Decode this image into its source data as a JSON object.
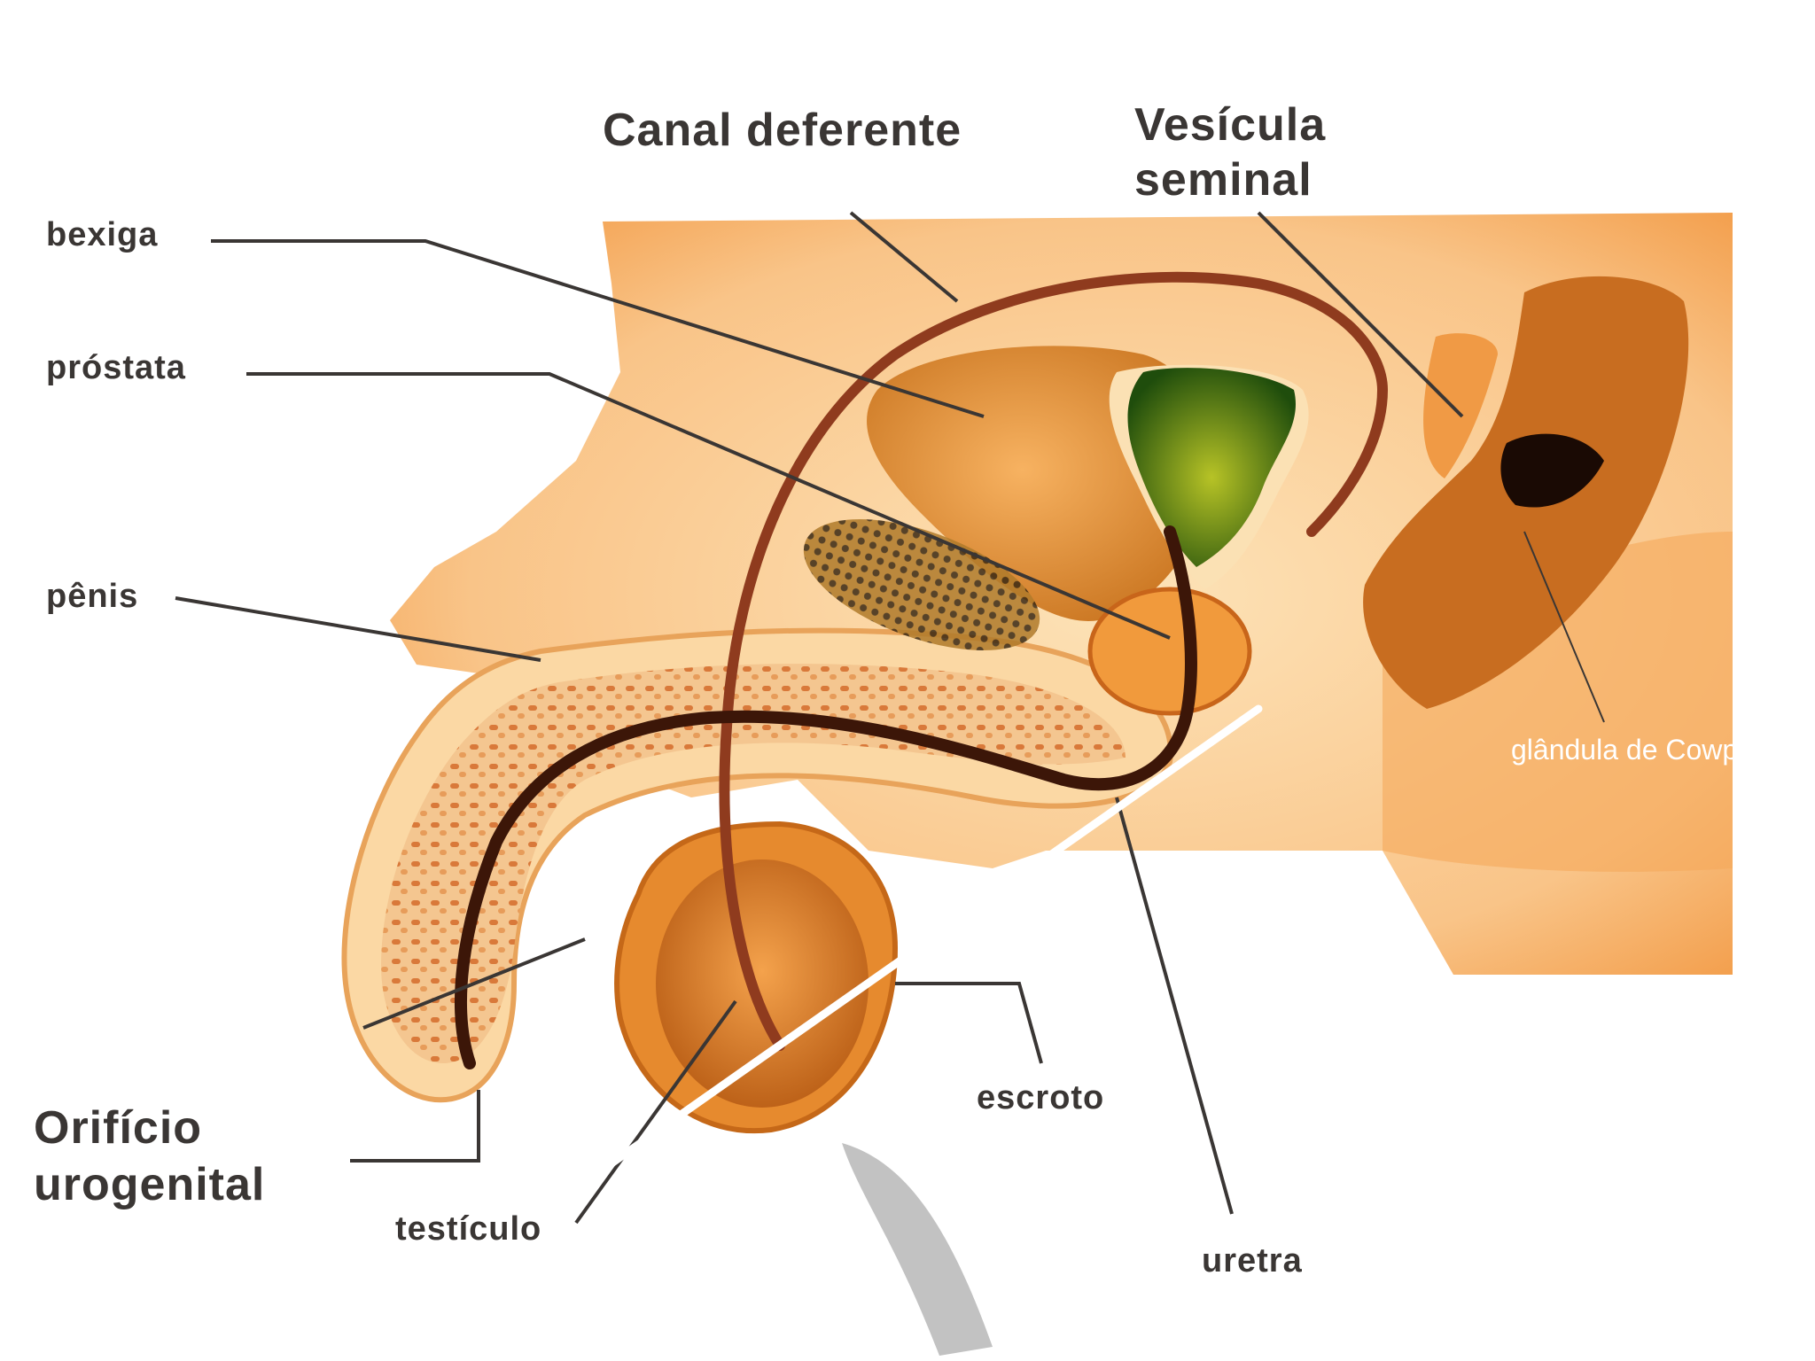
{
  "labels": {
    "canal_deferente": "Canal deferente",
    "vesicula_line1": "Vesícula",
    "vesicula_line2": "seminal",
    "bexiga": "bexiga",
    "prostata": "próstata",
    "penis": "pênis",
    "glandula_cowper": "glândula de Cowper",
    "orificio_line1": "Orifício",
    "orificio_line2": "urogenital",
    "escroto": "escroto",
    "testiculo": "testículo",
    "uretra": "uretra"
  },
  "colors": {
    "body": "#f6b166",
    "body_light": "#fbd8a4",
    "bladder": "#e49a3c",
    "vesicle_green": "#3f7a14",
    "duct": "#8f3b1e",
    "urethra": "#3c1608",
    "leader": "#3a3634",
    "highlight": "#ffffff"
  }
}
